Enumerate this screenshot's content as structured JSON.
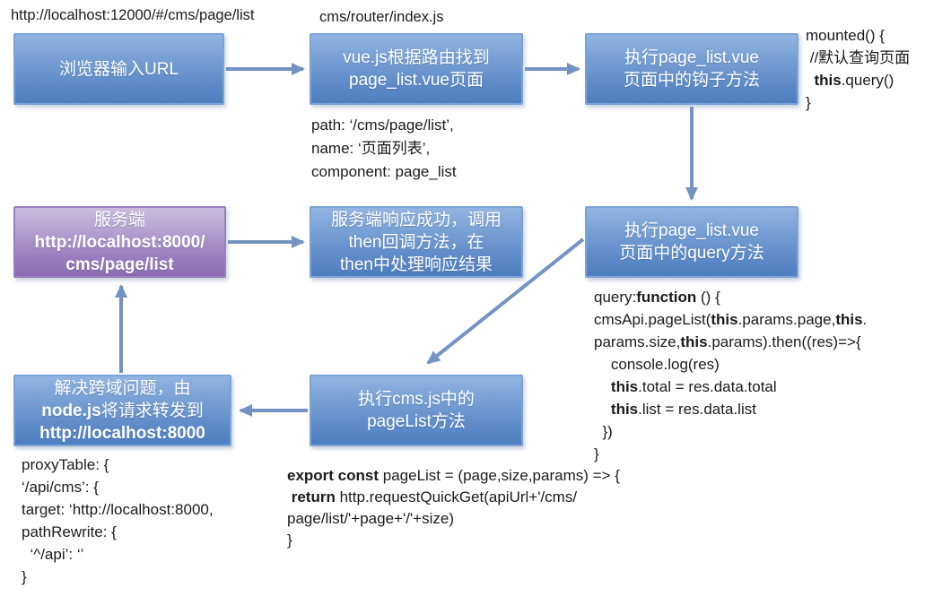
{
  "annotations": {
    "browser_url": "http://localhost:12000/#/cms/page/list",
    "router_file": "cms/router/index.js"
  },
  "colors": {
    "box_blue_top": "#93b4e1",
    "box_blue_bottom": "#4e7ec0",
    "box_blue_border": "#7ba3d6",
    "box_purple_top": "#c9bbde",
    "box_purple_bottom": "#8b6cb0",
    "box_purple_border": "#9a80be",
    "arrow": "#7493c3",
    "code_text": "#1b1b1b",
    "box_text": "#ffffff"
  },
  "boxes": {
    "browser": {
      "lines": [
        [
          [
            "浏览器输入URL",
            0
          ]
        ]
      ]
    },
    "router": {
      "lines": [
        [
          [
            "vue.js根据路由找到",
            0
          ]
        ],
        [
          [
            "page_list.vue页面",
            0
          ]
        ]
      ]
    },
    "hook": {
      "lines": [
        [
          [
            "执行page_list.vue",
            0
          ]
        ],
        [
          [
            "页面中的钩子方法",
            0
          ]
        ]
      ]
    },
    "query": {
      "lines": [
        [
          [
            "执行page_list.vue",
            0
          ]
        ],
        [
          [
            "页面中的query方法",
            0
          ]
        ]
      ]
    },
    "then": {
      "lines": [
        [
          [
            "服务端响应成功，调用",
            0
          ]
        ],
        [
          [
            "then回调方法，在",
            0
          ]
        ],
        [
          [
            "then中处理响应结果",
            0
          ]
        ]
      ]
    },
    "server": {
      "lines": [
        [
          [
            "服务端",
            0
          ]
        ],
        [
          [
            "http://localhost:8000/",
            1
          ]
        ],
        [
          [
            "cms/page/list",
            1
          ]
        ]
      ]
    },
    "proxy": {
      "lines": [
        [
          [
            "解决跨域问题，由",
            0
          ]
        ],
        [
          [
            "node.js",
            1
          ],
          [
            "将请求转发到",
            0
          ]
        ],
        [
          [
            "http://localhost:8000",
            1
          ]
        ]
      ]
    },
    "pagelist": {
      "lines": [
        [
          [
            "执行cms.js中的",
            0
          ]
        ],
        [
          [
            "pageList方法",
            0
          ]
        ]
      ]
    }
  },
  "code": {
    "mounted": {
      "lines": [
        [
          [
            "mounted() {",
            0
          ]
        ],
        [
          [
            " //默认查询页面",
            0
          ]
        ],
        [
          [
            "  ",
            0
          ],
          [
            "this",
            1
          ],
          [
            ".query()",
            0
          ]
        ],
        [
          [
            "}",
            0
          ]
        ]
      ]
    },
    "route": {
      "lines": [
        [
          [
            "path: ‘/cms/page/list’,",
            0
          ]
        ],
        [
          [
            "name: ‘页面列表’,",
            0
          ]
        ],
        [
          [
            "component: page_list",
            0
          ]
        ]
      ]
    },
    "query_method": {
      "lines": [
        [
          [
            "query:",
            0
          ],
          [
            "function",
            1
          ],
          [
            " () {",
            0
          ]
        ],
        [
          [
            "cmsApi.pageList(",
            0
          ],
          [
            "this",
            1
          ],
          [
            ".params.page,",
            0
          ],
          [
            "this",
            1
          ],
          [
            ".",
            0
          ]
        ],
        [
          [
            "params.size,",
            0
          ],
          [
            "this",
            1
          ],
          [
            ".params).then((res)=>{",
            0
          ]
        ],
        [
          [
            "    console.log(res)",
            0
          ]
        ],
        [
          [
            "    ",
            0
          ],
          [
            "this",
            1
          ],
          [
            ".total = res.data.total",
            0
          ]
        ],
        [
          [
            "    ",
            0
          ],
          [
            "this",
            1
          ],
          [
            ".list = res.data.list",
            0
          ]
        ],
        [
          [
            "  })",
            0
          ]
        ],
        [
          [
            "}",
            0
          ]
        ]
      ]
    },
    "proxy_table": {
      "lines": [
        [
          [
            "proxyTable: {",
            0
          ]
        ],
        [
          [
            "‘/api/cms’: {",
            0
          ]
        ],
        [
          [
            "target: ‘http://localhost:8000,",
            0
          ]
        ],
        [
          [
            "pathRewrite: {",
            0
          ]
        ],
        [
          [
            "  ‘^/api’: ‘’",
            0
          ]
        ],
        [
          [
            "}",
            0
          ]
        ]
      ]
    },
    "export_pagelist": {
      "lines": [
        [
          [
            "export const",
            1
          ],
          [
            " pageList = (page,size,params) => {",
            0
          ]
        ],
        [
          [
            " ",
            0
          ],
          [
            "return",
            1
          ],
          [
            " http.requestQuickGet(apiUrl+'/cms/",
            0
          ]
        ],
        [
          [
            "page/list/'+page+'/'+size)",
            0
          ]
        ],
        [
          [
            "}",
            0
          ]
        ]
      ]
    }
  },
  "flow_edges": [
    {
      "from": "browser",
      "to": "router"
    },
    {
      "from": "router",
      "to": "hook"
    },
    {
      "from": "hook",
      "to": "query"
    },
    {
      "from": "query",
      "to": "pagelist"
    },
    {
      "from": "pagelist",
      "to": "proxy"
    },
    {
      "from": "proxy",
      "to": "server"
    },
    {
      "from": "server",
      "to": "then"
    }
  ]
}
